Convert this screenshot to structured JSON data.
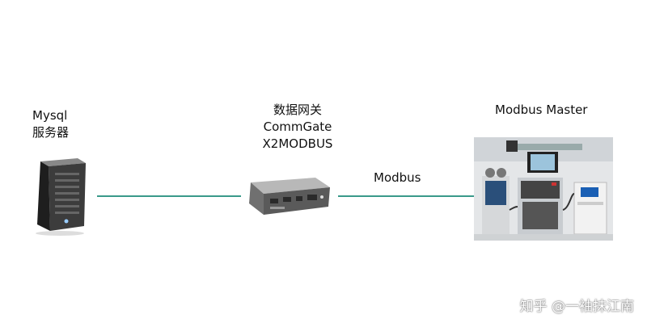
{
  "nodes": {
    "mysql": {
      "title": "Mysql",
      "subtitle": "服务器"
    },
    "gateway": {
      "line1": "数据网关",
      "line2": "CommGate",
      "line3": "X2MODBUS"
    },
    "master": {
      "title": "Modbus Master"
    }
  },
  "link_label": "Modbus",
  "watermark": "知乎 @一袖抹江南",
  "colors": {
    "link": "#3a9a8a"
  }
}
